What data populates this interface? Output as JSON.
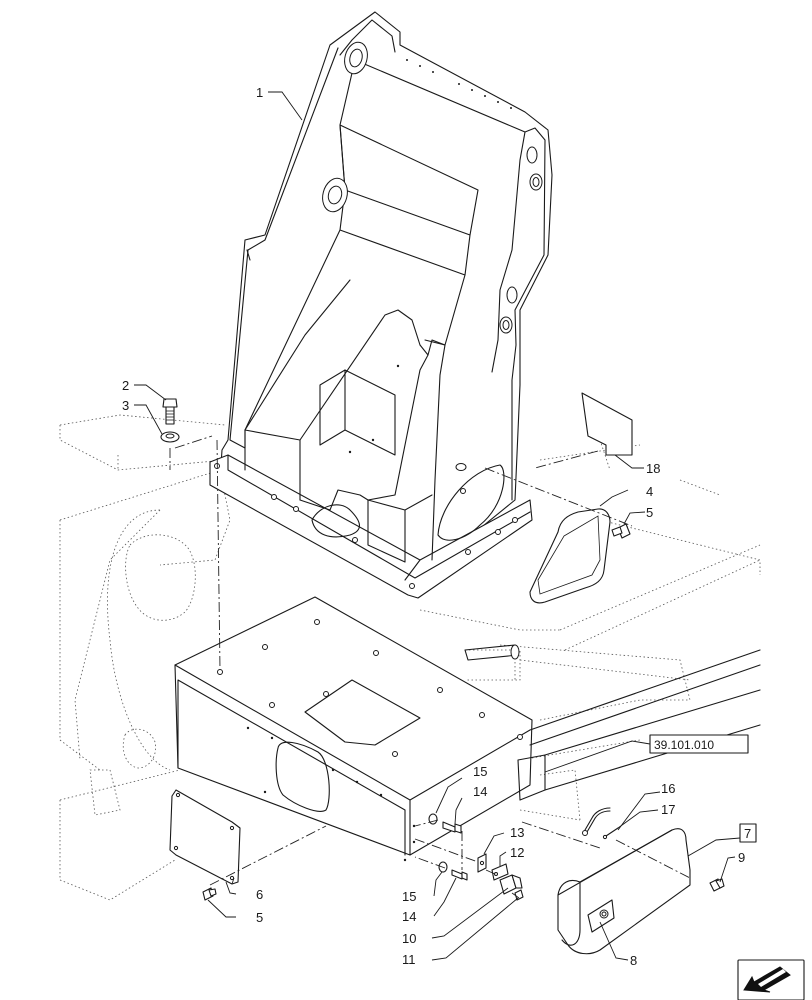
{
  "callouts": {
    "c1": "1",
    "c2": "2",
    "c3": "3",
    "c4": "4",
    "c5a": "5",
    "c5b": "5",
    "c6": "6",
    "c7": "7",
    "c8": "8",
    "c9": "9",
    "c10": "10",
    "c11": "11",
    "c12": "12",
    "c13": "13",
    "c14a": "14",
    "c14b": "14",
    "c15a": "15",
    "c15b": "15",
    "c16": "16",
    "c17": "17",
    "c18": "18"
  },
  "reference_box": "39.101.010",
  "icons": {
    "nav": "arrow-back-icon"
  }
}
